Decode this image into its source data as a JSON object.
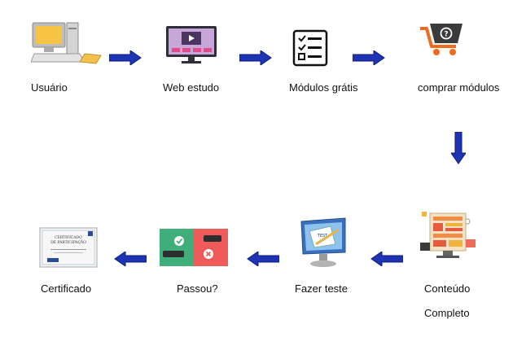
{
  "nodes": {
    "usuario": {
      "label": "Usuário",
      "icon": "computer-icon"
    },
    "web_estudo": {
      "label": "Web estudo",
      "icon": "video-monitor-icon"
    },
    "modulos_gratis": {
      "label": "Módulos grátis",
      "icon": "checklist-icon"
    },
    "comprar_modulos": {
      "label": "comprar módulos",
      "icon": "shopping-cart-icon"
    },
    "conteudo_completo": {
      "label_line1": "Conteúdo",
      "label_line2": "Completo",
      "icon": "content-dashboard-icon"
    },
    "fazer_teste": {
      "label": "Fazer teste",
      "icon": "test-monitor-icon"
    },
    "passou": {
      "label": "Passou?",
      "icon": "approve-reject-icon"
    },
    "certificado": {
      "label": "Certificado",
      "icon": "certificate-icon"
    }
  },
  "certificate": {
    "line1": "CERTIFICADO",
    "line2": "DE PARTICIPAÇÃO"
  },
  "test_sheet_text": "TEST",
  "colors": {
    "arrow": "#1f34b4",
    "arrow_dark": "#0b1a78",
    "cart": "#f26a1b",
    "passou_green": "#3fae7a",
    "passou_red": "#ef5b5b"
  }
}
